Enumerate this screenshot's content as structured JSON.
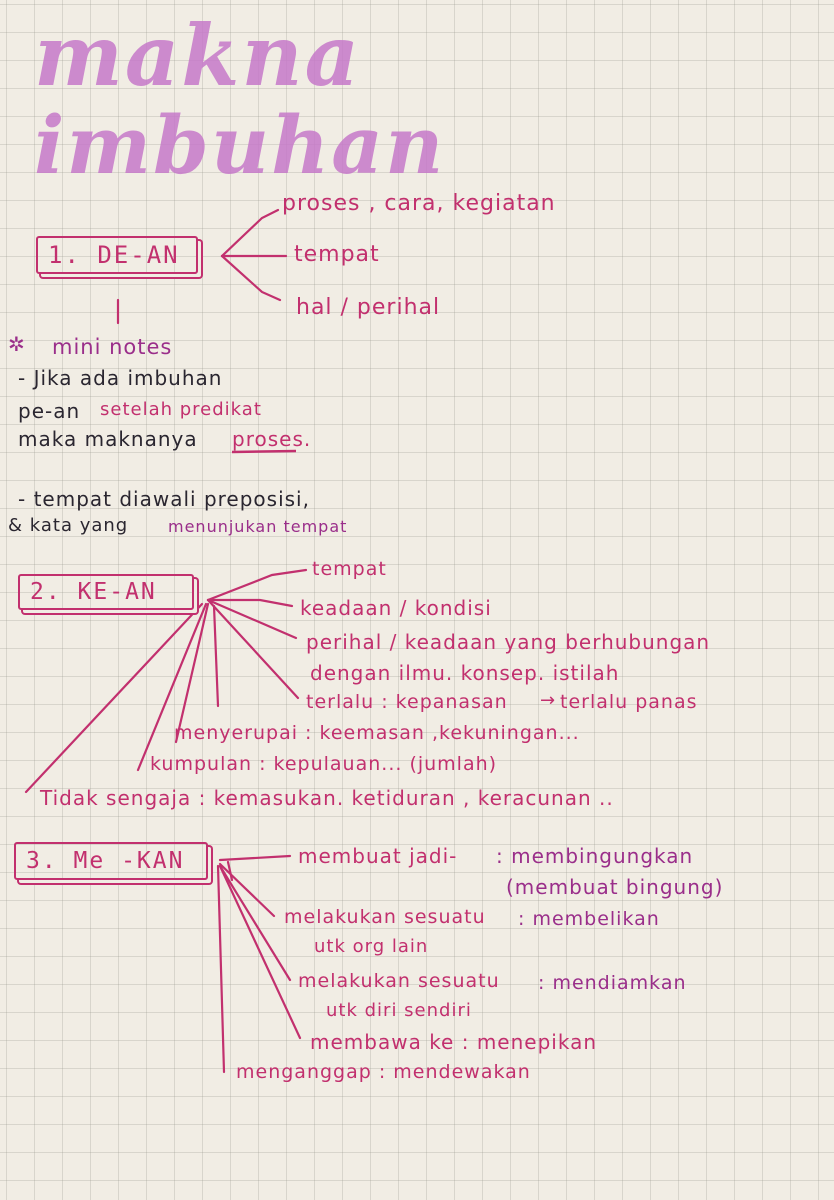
{
  "title": {
    "line1": "makna",
    "line2": "imbuhan"
  },
  "section1": {
    "label": "1. DE-AN",
    "meanings": [
      "proses , cara, kegiatan",
      "tempat",
      "hal / perihal"
    ],
    "notes_header": "mini notes",
    "note1": [
      "- Jika ada imbuhan",
      "pe-an",
      "setelah predikat",
      "maka maknanya",
      "proses."
    ],
    "note2": [
      "- tempat diawali preposisi,",
      "& kata yang",
      "menunjukan tempat"
    ]
  },
  "section2": {
    "label": "2. KE-AN",
    "meanings": [
      "tempat",
      "keadaan / kondisi",
      "perihal / keadaan yang berhubungan",
      "dengan ilmu. konsep. istilah",
      "terlalu : kepanasan",
      "terlalu panas",
      "menyerupai : keemasan ,kekuningan...",
      "kumpulan : kepulauan... (jumlah)",
      "Tidak sengaja : kemasukan. ketiduran , keracunan .."
    ]
  },
  "section3": {
    "label": "3. Me -KAN",
    "meanings": [
      "membuat jadi-",
      ": membingungkan",
      "(membuat bingung)",
      "melakukan sesuatu",
      ": membelikan",
      "utk org lain",
      "melakukan sesuatu",
      ": mendiamkan",
      "utk diri sendiri",
      "membawa ke : menepikan",
      "menganggap : mendewakan"
    ]
  },
  "colors": {
    "pink": "#c2306e",
    "purple": "#9a2e8a",
    "ink": "#2a2630",
    "title": "#c679c9"
  }
}
